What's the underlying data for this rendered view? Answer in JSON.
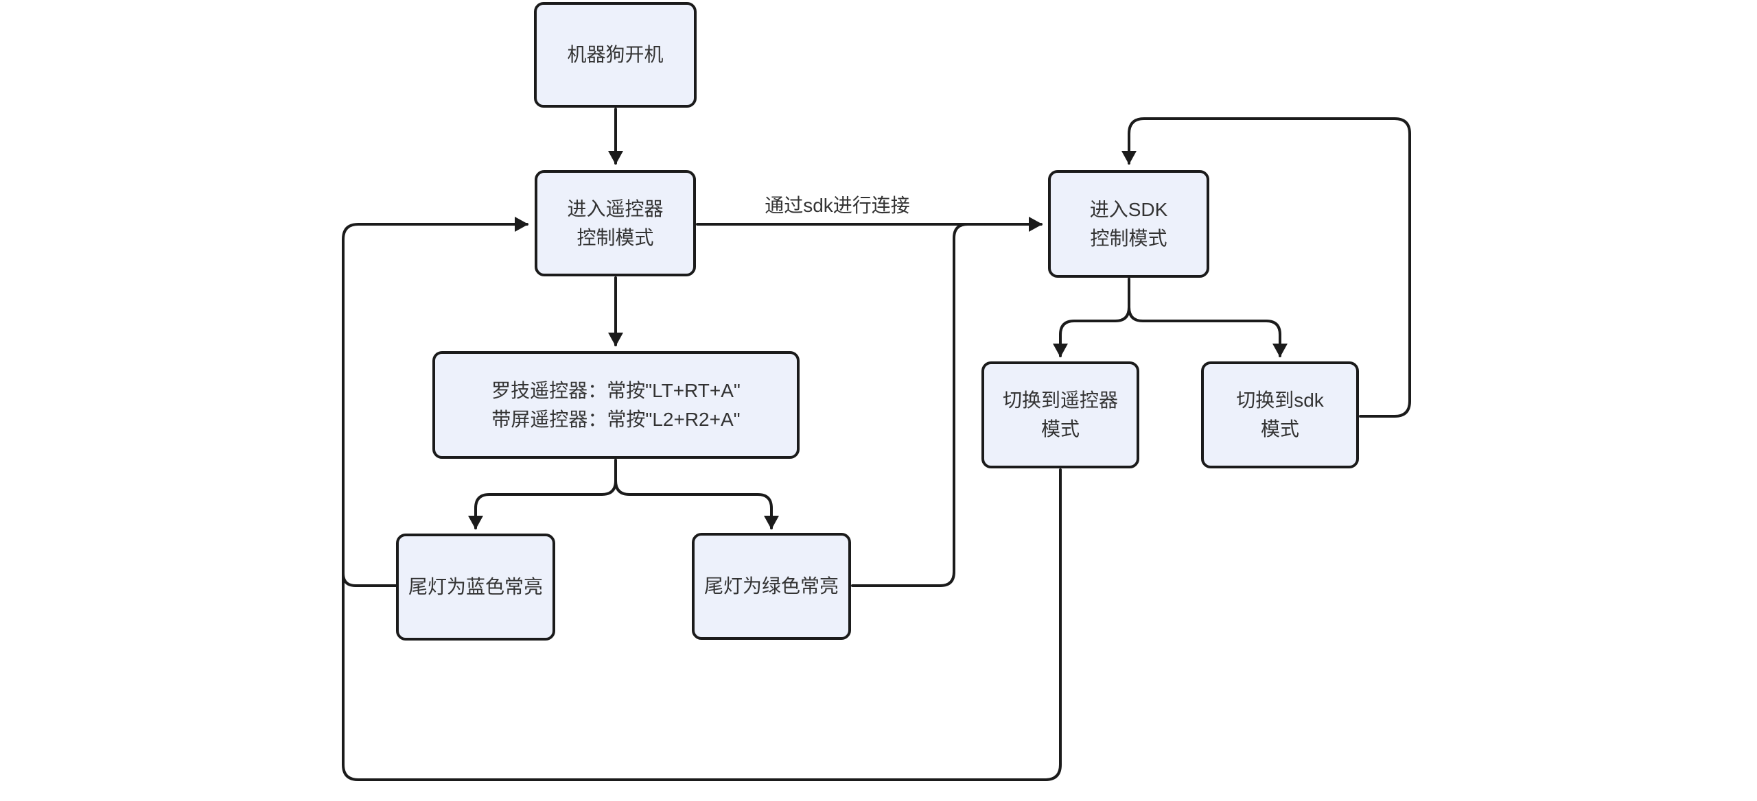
{
  "diagram": {
    "type": "flowchart",
    "direction": "top-down",
    "colors": {
      "background": "#ffffff",
      "node_fill": "#edf1fb",
      "node_border": "#1b1b1b",
      "edge_stroke": "#1b1b1b",
      "text": "#333333"
    },
    "nodes": {
      "power_on": {
        "lines": [
          "机器狗开机"
        ]
      },
      "enter_remote": {
        "lines": [
          "进入遥控器",
          "控制模式"
        ]
      },
      "enter_sdk": {
        "lines": [
          "进入SDK",
          "控制模式"
        ]
      },
      "instructions": {
        "lines": [
          "罗技遥控器：常按\"LT+RT+A\"",
          "带屏遥控器：常按\"L2+R2+A\""
        ]
      },
      "tail_blue": {
        "lines": [
          "尾灯为蓝色常亮"
        ]
      },
      "tail_green": {
        "lines": [
          "尾灯为绿色常亮"
        ]
      },
      "switch_remote": {
        "lines": [
          "切换到遥控器",
          "模式"
        ]
      },
      "switch_sdk": {
        "lines": [
          "切换到sdk",
          "模式"
        ]
      }
    },
    "edges": [
      {
        "from": "power_on",
        "to": "enter_remote",
        "label": ""
      },
      {
        "from": "enter_remote",
        "to": "enter_sdk",
        "label": "通过sdk进行连接"
      },
      {
        "from": "enter_remote",
        "to": "instructions",
        "label": ""
      },
      {
        "from": "instructions",
        "to": "tail_blue",
        "label": ""
      },
      {
        "from": "instructions",
        "to": "tail_green",
        "label": ""
      },
      {
        "from": "enter_sdk",
        "to": "switch_remote",
        "label": ""
      },
      {
        "from": "enter_sdk",
        "to": "switch_sdk",
        "label": ""
      },
      {
        "from": "tail_blue",
        "to": "enter_remote",
        "label": ""
      },
      {
        "from": "tail_green",
        "to": "enter_sdk",
        "label": ""
      },
      {
        "from": "switch_remote",
        "to": "enter_remote",
        "label": ""
      },
      {
        "from": "switch_sdk",
        "to": "enter_sdk",
        "label": ""
      }
    ],
    "edge_label": "通过sdk进行连接"
  }
}
